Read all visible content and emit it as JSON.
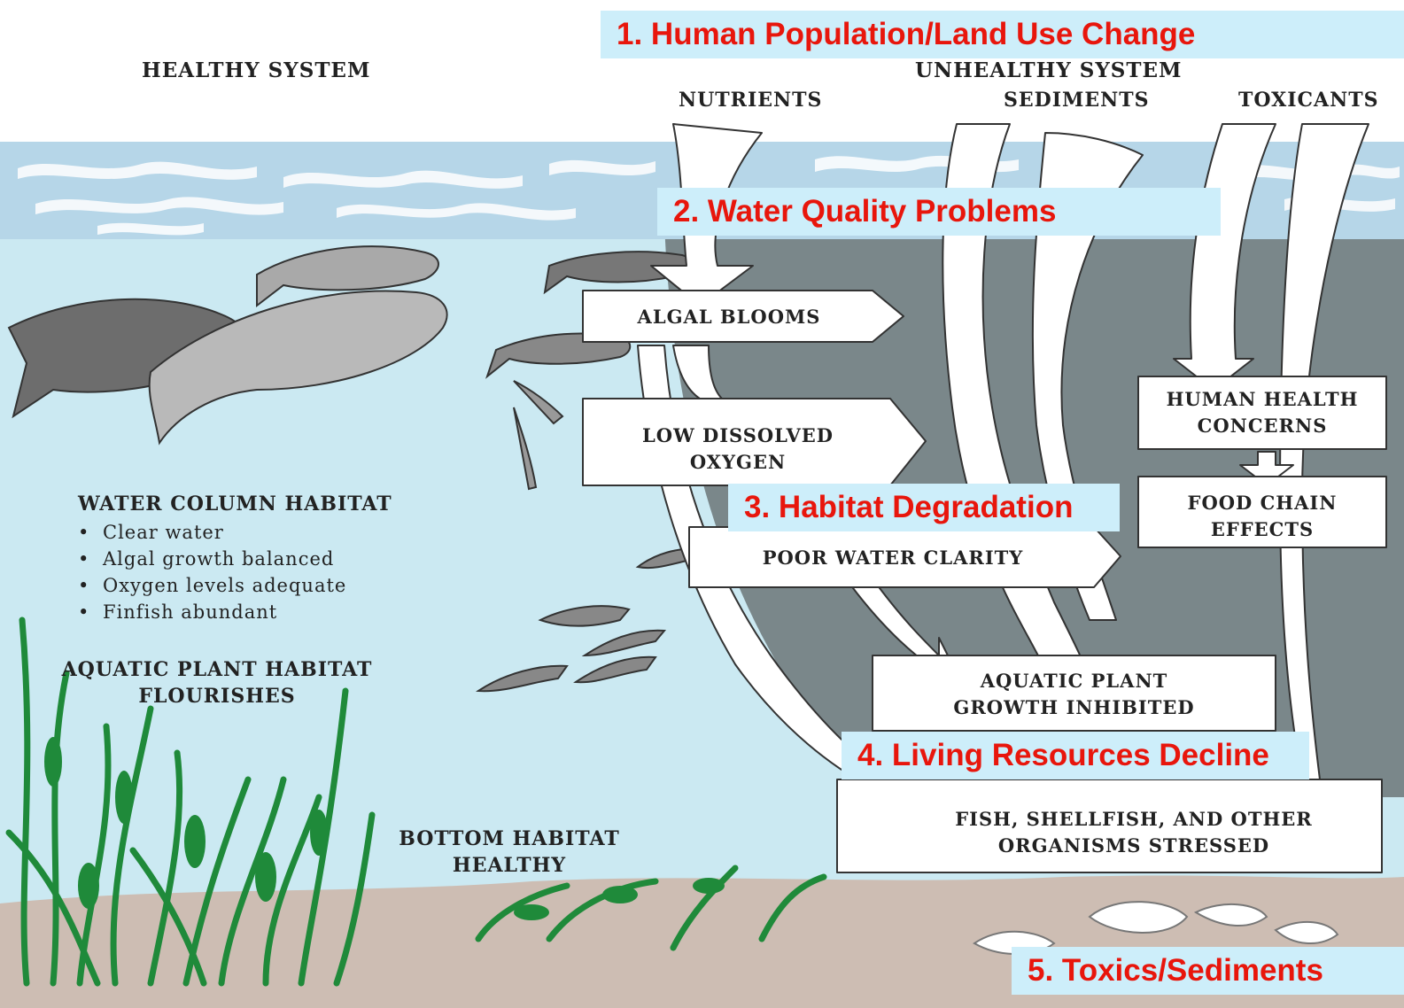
{
  "healthy": {
    "title": "HEALTHY SYSTEM",
    "water_column_title": "WATER COLUMN HABITAT",
    "water_column_items": [
      "Clear water",
      "Algal growth balanced",
      "Oxygen levels adequate",
      "Finfish abundant"
    ],
    "plant_habitat_line1": "AQUATIC PLANT HABITAT",
    "plant_habitat_line2": "FLOURISHES",
    "bottom_habitat_line1": "BOTTOM HABITAT",
    "bottom_habitat_line2": "HEALTHY"
  },
  "unhealthy": {
    "title": "UNHEALTHY SYSTEM",
    "inputs": [
      "NUTRIENTS",
      "SEDIMENTS",
      "TOXICANTS"
    ],
    "algal_blooms": "ALGAL BLOOMS",
    "low_oxygen_line1": "LOW DISSOLVED",
    "low_oxygen_line2": "OXYGEN",
    "poor_clarity": "POOR WATER CLARITY",
    "plant_inhibited_line1": "AQUATIC PLANT",
    "plant_inhibited_line2": "GROWTH INHIBITED",
    "stressed_line1": "FISH, SHELLFISH, AND OTHER",
    "stressed_line2": "ORGANISMS STRESSED",
    "human_health_line1": "HUMAN HEALTH",
    "human_health_line2": "CONCERNS",
    "food_chain_line1": "FOOD CHAIN",
    "food_chain_line2": "EFFECTS"
  },
  "callouts": [
    "1. Human Population/Land Use Change",
    "2. Water Quality Problems",
    "3. Habitat Degradation",
    "4. Living Resources Decline",
    "5. Toxics/Sediments"
  ],
  "colors": {
    "water": "#cbe9f2",
    "surface": "#b6d6e8",
    "surface_wave": "#ffffff",
    "dark_water": "#7a878a",
    "sediment": "#cdbdb3",
    "plants": "#1f8a3a",
    "callout_bg": "#cdeefa",
    "callout_text": "#e8160c"
  }
}
